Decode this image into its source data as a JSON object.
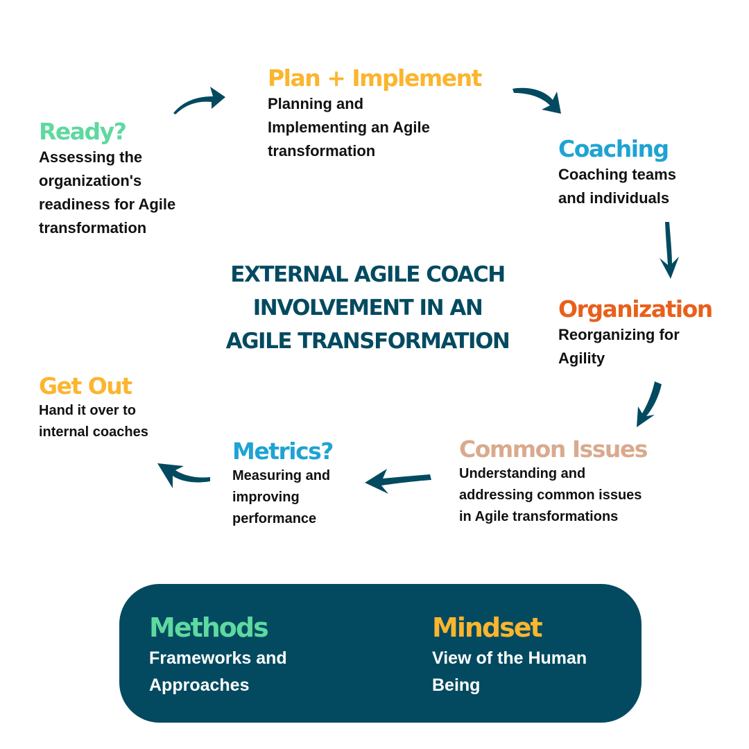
{
  "title": "EXTERNAL AGILE COACH INVOLVEMENT IN AN AGILE TRANSFORMATION",
  "title_lines": [
    "EXTERNAL AGILE COACH",
    "INVOLVEMENT IN AN",
    "AGILE TRANSFORMATION"
  ],
  "colors": {
    "dark_teal": "#034a60",
    "green": "#5ed9a0",
    "yellow": "#fbb52e",
    "blue": "#1fa3d3",
    "orange": "#e8601c",
    "tan": "#d9aa8e",
    "text": "#111111"
  },
  "steps": [
    {
      "id": "ready",
      "title": "Ready?",
      "color": "#5ed9a0",
      "description": "Assessing the organization's readiness for Agile transformation",
      "lines": [
        "Assessing the",
        "organization's",
        "readiness for Agile",
        "transformation"
      ]
    },
    {
      "id": "plan",
      "title": "Plan + Implement",
      "color": "#fbb52e",
      "description": "Planning and Implementing an Agile transformation",
      "lines": [
        "Planning and",
        "Implementing an Agile",
        "transformation"
      ]
    },
    {
      "id": "coaching",
      "title": "Coaching",
      "color": "#1fa3d3",
      "description": "Coaching teams and individuals",
      "lines": [
        "Coaching teams",
        "and individuals"
      ]
    },
    {
      "id": "organization",
      "title": "Organization",
      "color": "#e8601c",
      "description": "Reorganizing for Agility",
      "lines": [
        "Reorganizing for",
        "Agility"
      ]
    },
    {
      "id": "common-issues",
      "title": "Common Issues",
      "color": "#d9aa8e",
      "description": "Understanding and addressing common issues in Agile transformations",
      "lines": [
        "Understanding and",
        "addressing common issues",
        "in Agile transformations"
      ]
    },
    {
      "id": "metrics",
      "title": "Metrics?",
      "color": "#1fa3d3",
      "description": "Measuring and improving performance",
      "lines": [
        "Measuring and",
        "improving",
        "performance"
      ]
    },
    {
      "id": "get-out",
      "title": "Get Out",
      "color": "#fbb52e",
      "description": "Hand it over to internal coaches",
      "lines": [
        "Hand it over to",
        "internal coaches"
      ]
    }
  ],
  "arrows": [
    {
      "from": "ready",
      "to": "plan",
      "icon": "curved-arrow-right"
    },
    {
      "from": "plan",
      "to": "coaching",
      "icon": "curved-arrow-down-right"
    },
    {
      "from": "coaching",
      "to": "organization",
      "icon": "arrow-down"
    },
    {
      "from": "organization",
      "to": "common-issues",
      "icon": "arrow-down-left"
    },
    {
      "from": "common-issues",
      "to": "metrics",
      "icon": "arrow-left"
    },
    {
      "from": "metrics",
      "to": "get-out",
      "icon": "curved-arrow-up-left"
    }
  ],
  "foundation": {
    "methods": {
      "title": "Methods",
      "color": "#5ed9a0",
      "lines": [
        "Frameworks and",
        "Approaches"
      ]
    },
    "mindset": {
      "title": "Mindset",
      "color": "#fbb52e",
      "lines": [
        "View of the Human",
        "Being"
      ]
    }
  }
}
